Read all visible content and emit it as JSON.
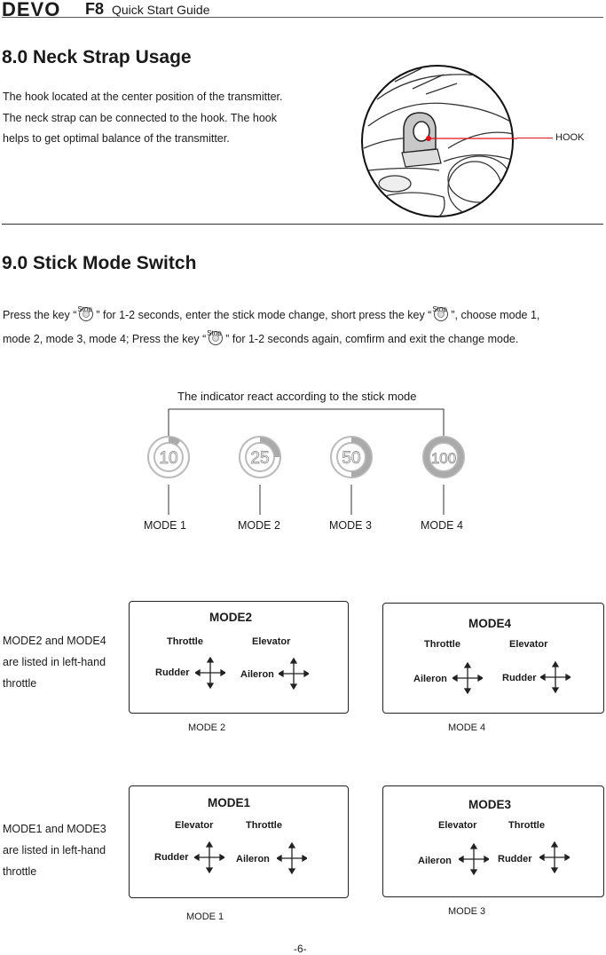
{
  "header": {
    "brand": "DEVO",
    "model": "F8",
    "title": "Quick Start Guide"
  },
  "section8": {
    "heading": "8.0 Neck Strap Usage",
    "lines": [
      "The hook located at the center position of the transmitter.",
      "The neck strap can be connected to the hook. The hook",
      "helps to get optimal balance of the transmitter."
    ],
    "hook_label": "HOOK"
  },
  "section9": {
    "heading": "9.0 Stick Mode Switch",
    "key_label": "Stop",
    "p1": {
      "a": "Press the key “",
      "b": "” for 1-2 seconds, enter the stick mode change, short press the key “",
      "c": "”, choose mode 1,"
    },
    "p2": {
      "a": "mode 2, mode 3, mode 4; Press the key “",
      "b": "” for 1-2 seconds again, comfirm and exit the change mode."
    },
    "indicator_caption": "The indicator react according to the stick mode",
    "indicators": [
      {
        "value": "10",
        "mode": "MODE 1",
        "fill": 0.1
      },
      {
        "value": "25",
        "mode": "MODE 2",
        "fill": 0.25
      },
      {
        "value": "50",
        "mode": "MODE 3",
        "fill": 0.5
      },
      {
        "value": "100",
        "mode": "MODE 4",
        "fill": 1.0
      }
    ]
  },
  "group_a": {
    "side_lines": [
      "MODE2 and MODE4",
      "are listed in left-hand",
      "throttle"
    ],
    "boxes": [
      {
        "title": "MODE2",
        "tl": "Throttle",
        "tr": "Elevator",
        "bl": "Rudder",
        "br": "Aileron",
        "caption": "MODE 2"
      },
      {
        "title": "MODE4",
        "tl": "Throttle",
        "tr": "Elevator",
        "bl": "Aileron",
        "br": "Rudder",
        "caption": "MODE 4"
      }
    ]
  },
  "group_b": {
    "side_lines": [
      "MODE1 and MODE3",
      "are listed in left-hand",
      "throttle"
    ],
    "boxes": [
      {
        "title": "MODE1",
        "tl": "Elevator",
        "tr": "Throttle",
        "bl": "Rudder",
        "br": "Aileron",
        "caption": "MODE 1"
      },
      {
        "title": "MODE3",
        "tl": "Elevator",
        "tr": "Throttle",
        "bl": "Aileron",
        "br": "Rudder",
        "caption": "MODE 3"
      }
    ]
  },
  "footer": {
    "page": "-6-"
  }
}
